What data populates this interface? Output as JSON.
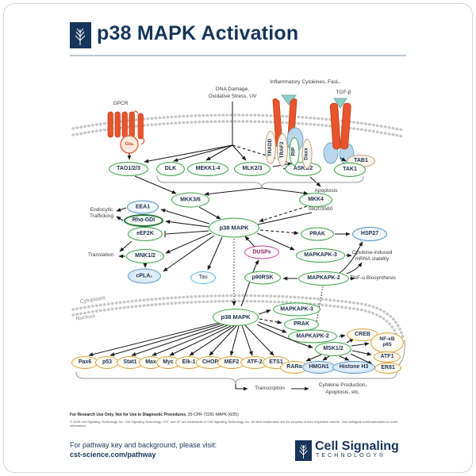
{
  "colors": {
    "brand_navy": "#16355a",
    "green": "#3ea44b",
    "yellow": "#d8a23a",
    "blue": "#4f93c6",
    "red_receptor": "#e8542c"
  },
  "header": {
    "title": "p38 MAPK Activation"
  },
  "a": {
    "gpcr": "GPCR",
    "ga": "Gαₛ",
    "dna1": "DNA Damage,",
    "dna2": "Oxidative Stress, UV",
    "cytokines": "Inflammatory Cytokines, FasL.",
    "tgfb": "TGF-β",
    "apoptosis": "Apoptosis",
    "sb": "SB203580",
    "endo1": "Endocytic",
    "endo2": "Trafficking",
    "translation": "Translation",
    "mrna1": "Cytokine-induced",
    "mrna2": "mRNA stability",
    "tnf": "TNF-α Biosynthesis",
    "cytoplasm": "Cytoplasm",
    "nucleus": "Nucleus",
    "transcription": "Transcription",
    "out1": "Cytokine Production,",
    "out2": "Apoptosis, etc."
  },
  "n": {
    "tao": "TAO1/2/3",
    "dlk": "DLK",
    "mekk": "MEKK1-4",
    "mlk": "MLK2/3",
    "ask": "ASK1/2",
    "tab1": "TAB1",
    "tak1": "TAK1",
    "tradd": "TRADD",
    "traf2": "TRAF2",
    "rip": "RIP",
    "daxx": "Daxx",
    "mkk36": "MKK3/6",
    "mkk4": "MKK4",
    "p38": "p38 MAPK",
    "eea1": "EEA1",
    "rhogdi": "Rho-GDI",
    "eef2k": "eEF2K",
    "mnk": "MNK1/2",
    "cpla2": "cPLA₂",
    "tau": "Tau",
    "dusps": "DUSPs",
    "p90rsk": "p90RSK",
    "prak": "PRAK",
    "hsp27": "HSP27",
    "mk3": "MAPKAPK-3",
    "mk2": "MAPKAPK-2",
    "p38n": "p38 MAPK",
    "mk3n": "MAPKAPK-3",
    "prakn": "PRAK",
    "mk2n": "MAPKAPK-2",
    "msk": "MSK1/2",
    "creb": "CREB",
    "nfkb": "NF-κB p65",
    "atf1": "ATF1",
    "er81": "ER81",
    "pax6": "Pax6",
    "p53": "p53",
    "stat1": "Stat1",
    "max": "Max",
    "myc": "Myc",
    "elk1": "Elk-1",
    "chop": "CHOP",
    "mef2": "MEF2",
    "atf2": "ATF-2",
    "ets1": "ETS1",
    "rara": "RARα",
    "hmgn1": "HMGN1",
    "h3": "Histone H3"
  },
  "f": {
    "rup": "For Research Use Only. Not for Use in Diagnostic Procedures.",
    "code": "25-CPR-72291-MAPK-(6/25)",
    "copyright": "© 2025 Cell Signaling Technology, Inc. Cell Signaling Technology, CST, and XP are trademarks of Cell Signaling Technology, Inc. All other trademarks are the property of their respective owners. Visit cellsignal.com/trademarks for more information.",
    "visit1": "For pathway key and background, please visit:",
    "visit2": "cst-science.com/pathway",
    "brand1": "Cell Signaling",
    "brand2": "TECHNOLOGY®"
  }
}
